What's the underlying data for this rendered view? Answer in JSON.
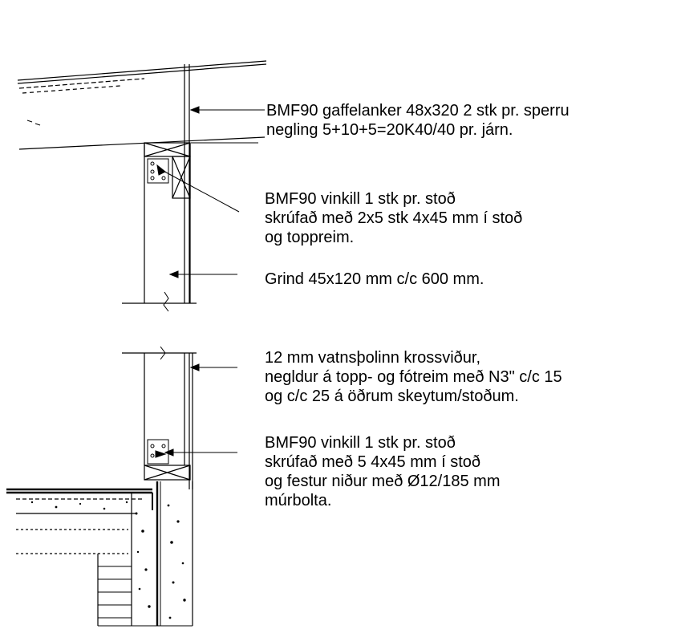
{
  "notes": {
    "gaffelanker": [
      "BMF90 gaffelanker 48x320 2 stk pr. sperru",
      "negling 5+10+5=20K40/40 pr. járn."
    ],
    "vinkill_top": [
      "BMF90 vinkill 1 stk pr. stoð",
      "skrúfað með 2x5 stk 4x45 mm í stoð",
      "og toppreim."
    ],
    "grind": [
      "Grind 45x120 mm c/c 600 mm."
    ],
    "krossvidur": [
      "12 mm vatnsþolinn krossviður,",
      "negldur á topp- og fótreim með N3\" c/c 15",
      "og c/c 25 á öðrum skeytum/stoðum."
    ],
    "vinkill_bottom": [
      "BMF90 vinkill 1 stk pr. stoð",
      "skrúfað með 5 4x45 mm í stoð",
      "og festur niður með Ø12/185 mm",
      "múrbolta."
    ]
  }
}
